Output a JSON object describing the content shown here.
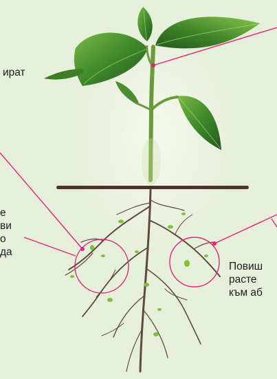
{
  "labels": {
    "top_left": "ират",
    "left_lines": [
      "е",
      "ви",
      "о",
      "да"
    ],
    "right_lines": [
      "Повиш",
      "расте",
      "към аб"
    ]
  },
  "colors": {
    "background": "#e6efd9",
    "callout": "#e0257a",
    "leaf_dark": "#2f6b24",
    "leaf_light": "#6fa83c",
    "stem": "#6a9a3a",
    "root": "#5e4a3c",
    "ground_line": "#4a3328",
    "nodule": "#7fbf3a"
  }
}
